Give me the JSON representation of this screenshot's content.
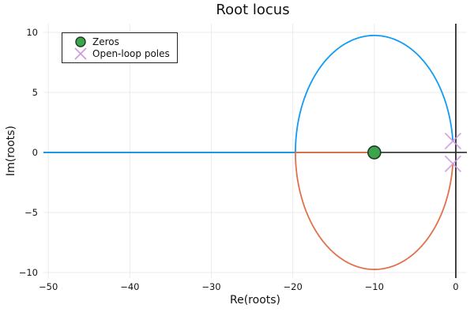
{
  "title": "Root locus",
  "legend": {
    "items": [
      {
        "label": "Zeros",
        "marker": "circle",
        "color": "#3da44d",
        "edge": "#1d3b24"
      },
      {
        "label": "Open-loop poles",
        "marker": "x",
        "color": "#cf97dd"
      }
    ]
  },
  "chart_data": {
    "type": "line",
    "title": "Root locus",
    "xlabel": "Re(roots)",
    "ylabel": "Im(roots)",
    "xlim": [
      -50.6,
      1.36
    ],
    "ylim": [
      -10.46,
      10.72
    ],
    "grid": true,
    "legend_position": "top-left",
    "x_ticks": {
      "values": [
        -50,
        -40,
        -30,
        -20,
        -10,
        0
      ],
      "labels": [
        "−50",
        "−40",
        "−30",
        "−20",
        "−10",
        "0"
      ]
    },
    "y_ticks": {
      "values": [
        -10,
        -5,
        0,
        5,
        10
      ],
      "labels": [
        "−10",
        "−5",
        "0",
        "5",
        "10"
      ]
    },
    "colors": {
      "grid": "#ebebeb",
      "axis_line": "#2d2d2d",
      "tick_text": "#151515",
      "branch_upper": "#119bf4",
      "branch_lower": "#e2714b",
      "zero_fill": "#3da44d",
      "zero_edge": "#1d3b24",
      "pole": "#cf97dd"
    },
    "series": [
      {
        "name": "locus-branch-upper",
        "color": "#119bf4",
        "shape": "arc_plus_segment",
        "arc": {
          "cx": -10,
          "cy": 0,
          "rx": 9.68,
          "ry": 9.74,
          "theta_start_deg": 5.6,
          "theta_end_deg": 180
        },
        "segment_end": [
          -50.6,
          0
        ],
        "note": "starts at upper open-loop pole, arcs over (-10, 9.7), meets real axis near -19.7, runs left along Im=0 to plot edge"
      },
      {
        "name": "locus-branch-lower",
        "color": "#e2714b",
        "shape": "arc_plus_segment",
        "arc": {
          "cx": -10,
          "cy": 0,
          "rx": 9.68,
          "ry": 9.74,
          "theta_start_deg": -5.6,
          "theta_end_deg": -180
        },
        "segment_end": [
          -10,
          0
        ],
        "note": "starts at lower open-loop pole, arcs under (-10, -9.7), meets real axis near -19.7, runs right along Im=0 to the zero at -10"
      }
    ],
    "markers": {
      "zeros": {
        "points": [
          [
            -10,
            0
          ]
        ],
        "radius_px": 8
      },
      "poles": {
        "points": [
          [
            -0.35,
            0.95
          ],
          [
            -0.35,
            -0.95
          ]
        ],
        "half_size_px": 10
      }
    },
    "axis_lines": {
      "vertical_at_x": 0,
      "horizontal_at_y": 0
    }
  }
}
